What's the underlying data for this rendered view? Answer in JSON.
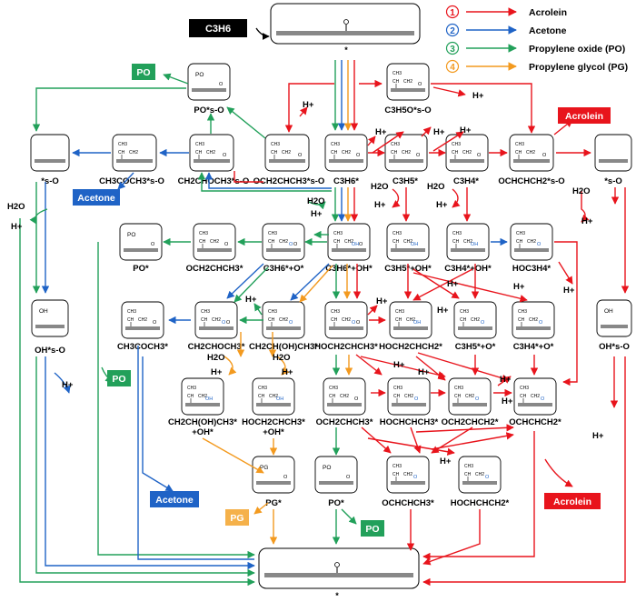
{
  "legend": [
    {
      "num": "1",
      "label": "Acrolein",
      "color": "#e8141c"
    },
    {
      "num": "2",
      "label": "Acetone",
      "color": "#1f63c6"
    },
    {
      "num": "3",
      "label": "Propylene oxide (PO)",
      "color": "#22a05a"
    },
    {
      "num": "4",
      "label": "Propylene glycol (PG)",
      "color": "#f39a1f"
    }
  ],
  "reactant": "C3H6",
  "surface_label": "*",
  "icon_labels": {
    "po": "PO",
    "pg": "PG",
    "o": "O",
    "oh": "OH",
    "c": "C",
    "ch": "CH",
    "ch2": "CH2",
    "ch3": "CH3"
  },
  "surfaces": {
    "top": "*",
    "bottom": "*",
    "s_o_left": "*s-O",
    "s_o_right": "*s-O",
    "oh_left": "OH*s-O",
    "oh_right": "OH*s-O",
    "po_s_o": "PO*s-O",
    "c3h5o_s_o": "C3H5O*s-O"
  },
  "row1": {
    "acetone_s_o": "CH3COCH3*s-O",
    "ch2chooh_s_o": "CH2CHOCH3*s-O",
    "och2chch3_s_o": "OCH2CHCH3*s-O",
    "c3h6": "C3H6*",
    "c3h5": "C3H5*",
    "c3h4": "C3H4*",
    "ochchch2_s_o": "OCHCHCH2*s-O"
  },
  "row2": {
    "po": "PO*",
    "och2chch3": "OCH2CHCH3*",
    "c3h6_o": "C3H6*+O*",
    "c3h6_oh": "C3H6*+OH*",
    "c3h5_oh": "C3H5*+OH*",
    "c3h4_oh": "C3H4*+OH*",
    "hoc3h4": "HOC3H4*"
  },
  "row3": {
    "ch3coch3": "CH3COCH3*",
    "ch2chooh": "CH2CHOCH3*",
    "ch2ch_oh_ch3": "CH2CH(OH)CH3*",
    "hoch2chch3": "HOCH2CHCH3*",
    "hoch2chch2": "HOCH2CHCH2*",
    "c3h5_o": "C3H5*+O*",
    "c3h4_o": "C3H4*+O*"
  },
  "row4": {
    "ch2ch_oh_ch3_oh": "CH2CH(OH)CH3*",
    "ch2ch_oh_ch3_oh2": "+OH*",
    "hoch2chch3_oh": "HOCH2CHCH3*",
    "hoch2chch3_oh2": "+OH*",
    "och2chch3": "OCH2CHCH3*",
    "hochchch3": "HOCHCHCH3*",
    "och2chch2": "OCH2CHCH2*",
    "ochchch2": "OCHCHCH2*"
  },
  "row5": {
    "pg": "PG*",
    "po": "PO*",
    "ochchch3": "OCHCHCH3*",
    "hochchch2": "HOCHCHCH2*"
  },
  "species": {
    "h2o": "H2O",
    "hplus": "H+"
  },
  "products": {
    "po": "PO",
    "acetone": "Acetone",
    "acrolein": "Acrolein",
    "pg": "PG"
  },
  "colors": {
    "red": "#e8141c",
    "blue": "#1f63c6",
    "green": "#22a05a",
    "orange": "#f39a1f",
    "surface": "#888888"
  }
}
